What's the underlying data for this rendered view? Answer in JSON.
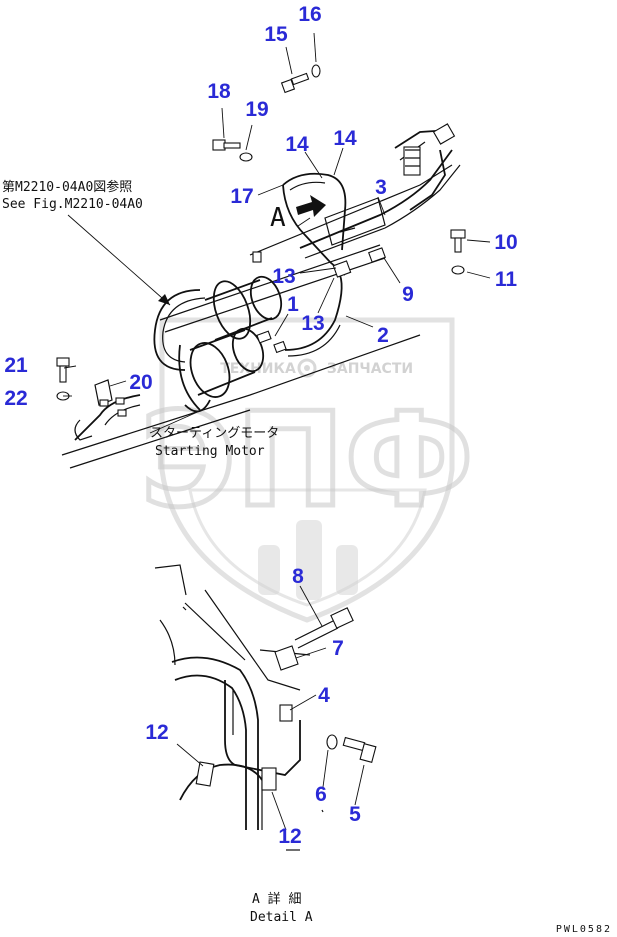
{
  "reference_note": {
    "line_jp": "第M2210-04A0図参照",
    "line_en": "See Fig.M2210-04A0"
  },
  "starting_motor": {
    "label_jp": "スターティングモータ",
    "label_en": "Starting Motor"
  },
  "detail_marker": "A",
  "detail_caption": {
    "line_jp": "A 詳 細",
    "line_en": "Detail A"
  },
  "drawing_code": "PWL0582",
  "watermark": {
    "company_left": "ТЕХНИКА",
    "company_right": "ЗАПЧАСТИ",
    "big_text": "ЭПФ",
    "color": "#c8c8c8"
  },
  "callout_color": "#2a2ad6",
  "callouts": [
    {
      "id": "16",
      "text": "16"
    },
    {
      "id": "15",
      "text": "15"
    },
    {
      "id": "18",
      "text": "18"
    },
    {
      "id": "19",
      "text": "19"
    },
    {
      "id": "14a",
      "text": "14"
    },
    {
      "id": "14b",
      "text": "14"
    },
    {
      "id": "17",
      "text": "17"
    },
    {
      "id": "3",
      "text": "3"
    },
    {
      "id": "10",
      "text": "10"
    },
    {
      "id": "11",
      "text": "11"
    },
    {
      "id": "9",
      "text": "9"
    },
    {
      "id": "13a",
      "text": "13"
    },
    {
      "id": "1",
      "text": "1"
    },
    {
      "id": "13b",
      "text": "13"
    },
    {
      "id": "2",
      "text": "2"
    },
    {
      "id": "21",
      "text": "21"
    },
    {
      "id": "20",
      "text": "20"
    },
    {
      "id": "22",
      "text": "22"
    },
    {
      "id": "8",
      "text": "8"
    },
    {
      "id": "7",
      "text": "7"
    },
    {
      "id": "4",
      "text": "4"
    },
    {
      "id": "12a",
      "text": "12"
    },
    {
      "id": "6",
      "text": "6"
    },
    {
      "id": "5",
      "text": "5"
    },
    {
      "id": "12b",
      "text": "12"
    }
  ]
}
